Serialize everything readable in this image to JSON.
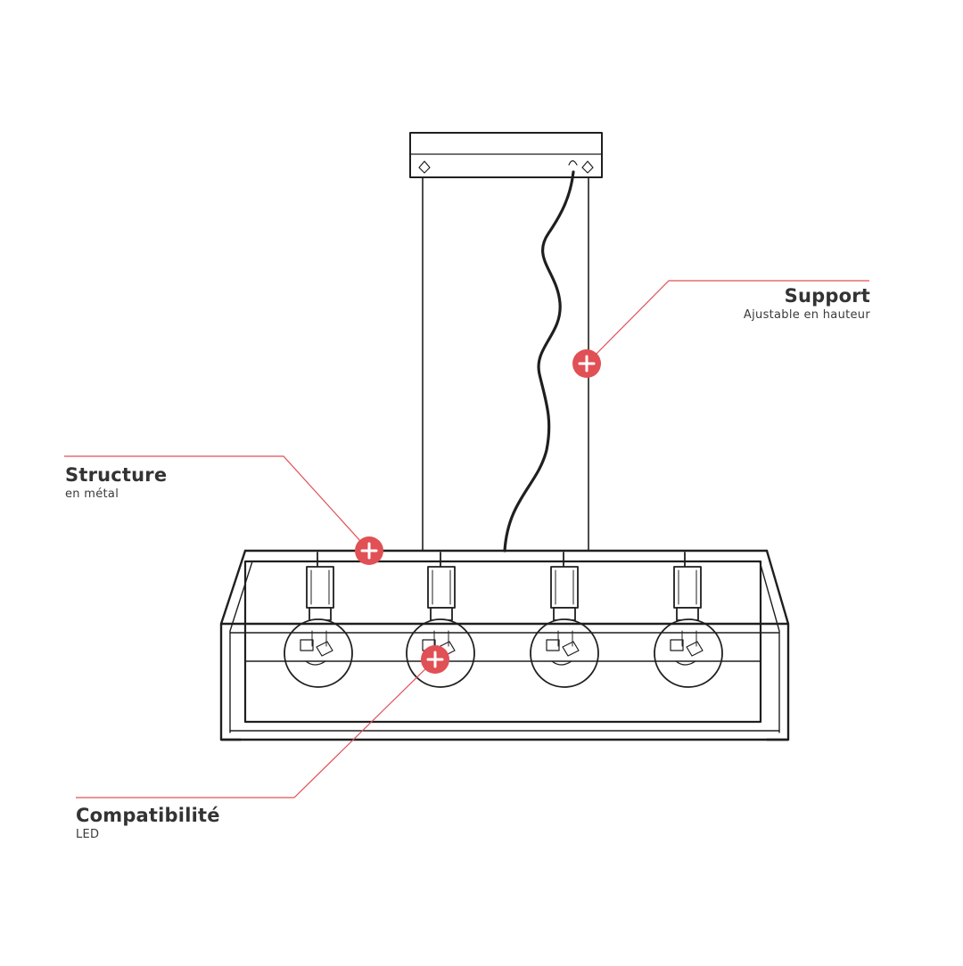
{
  "colors": {
    "accent": "#e05055",
    "line_art": "#1f1f1f",
    "text": "#333333",
    "background": "#ffffff"
  },
  "callouts": {
    "support": {
      "title": "Support",
      "subtitle": "Ajustable en hauteur",
      "hotspot_icon": "plus-icon"
    },
    "structure": {
      "title": "Structure",
      "subtitle": "en métal",
      "hotspot_icon": "plus-icon"
    },
    "compatibility": {
      "title": "Compatibilité",
      "subtitle": "LED",
      "hotspot_icon": "plus-icon"
    }
  },
  "illustration": {
    "subject": "pendant-lamp",
    "bulb_count": 4
  }
}
